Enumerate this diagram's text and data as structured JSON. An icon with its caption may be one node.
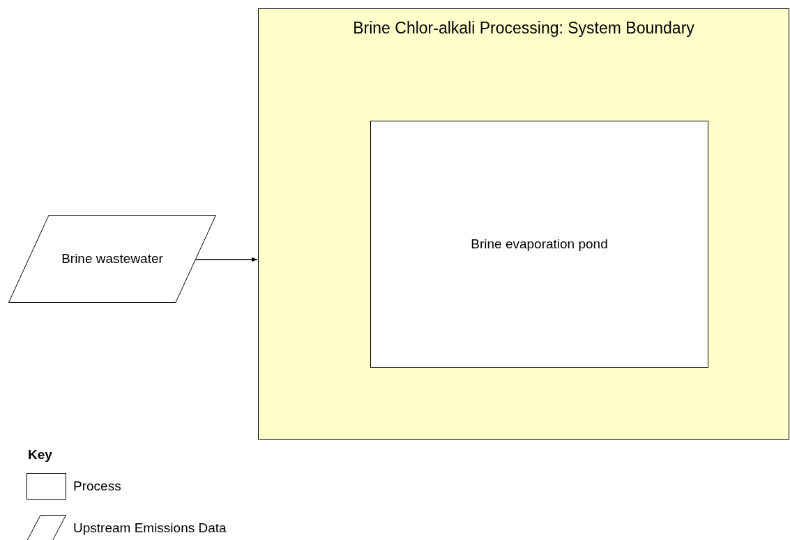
{
  "diagram": {
    "nodes": [
      {
        "text": [
          "Brine Chlor-alkali Processing: System Boundary"
        ]
      },
      {
        "text": [
          "Brine evaporation pond"
        ],
        "in": 0
      },
      {
        "text": [
          "Brine wastewater"
        ]
      }
    ],
    "edges": [
      {
        "from": 2,
        "to": 0,
        "arrow": "to"
      }
    ],
    "labels": [
      "Key"
    ],
    "legend": [
      {
        "text": "Process"
      },
      {
        "text": "Upstream Emissions Data"
      }
    ]
  }
}
